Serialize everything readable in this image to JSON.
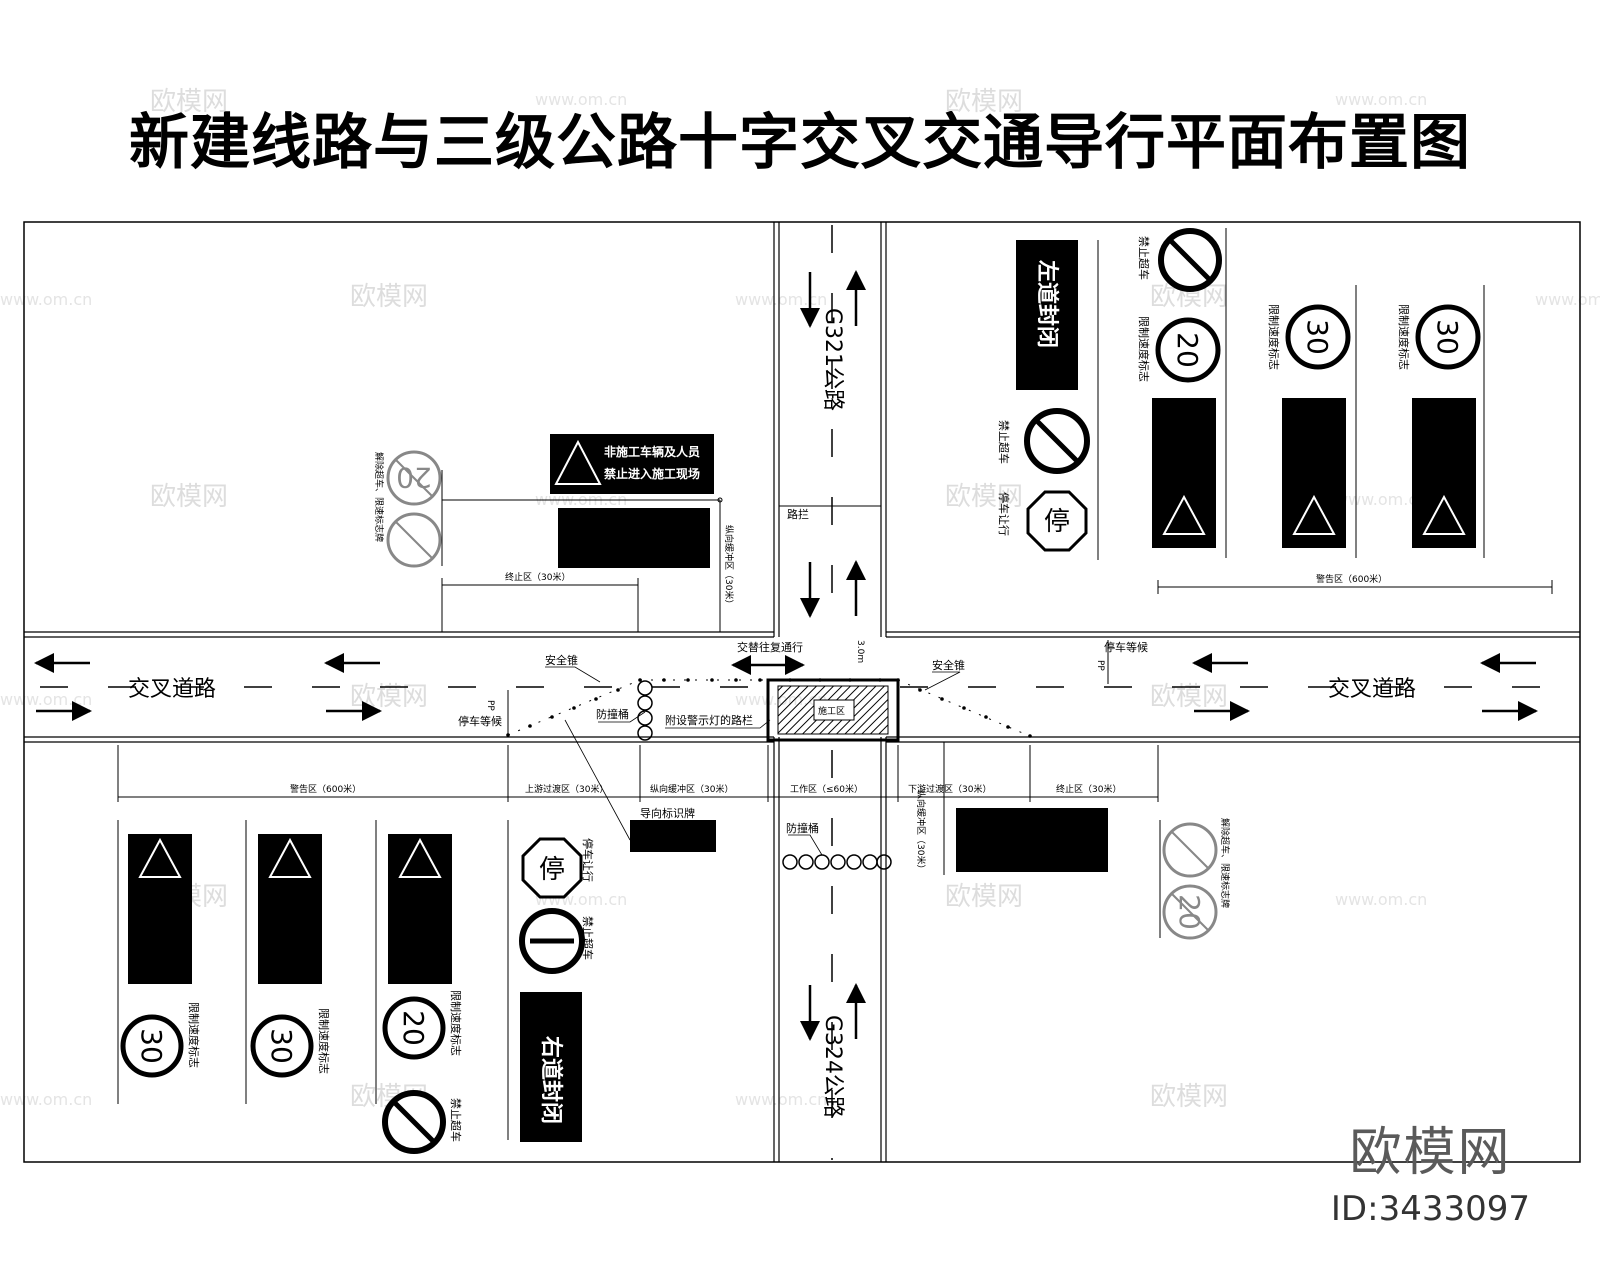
{
  "title": "新建线路与三级公路十字交叉交通导行平面布置图",
  "roads": {
    "north": "G321公路",
    "south": "G324公路",
    "west": "交叉道路",
    "east": "交叉道路"
  },
  "labels": {
    "road_block": "路拦",
    "work_zone": "施工区",
    "alternate_passage": "交替往复通行",
    "safety_cone": "安全锥",
    "safety_cone_2": "安全锥",
    "anticrash_barrel": "防撞桶",
    "anticrash_barrel_2": "防撞桶",
    "warning_barrier": "附设警示灯的路栏",
    "guide_sign": "导向标识牌",
    "stop_wait_w": "停车等候",
    "stop_wait_e": "停车等候",
    "stop_yield_ne": "停车让行",
    "stop_yield_sw": "停车让行",
    "no_overtake_ne": "禁止超车",
    "no_overtake_ne2": "禁止超车",
    "no_overtake_sw": "禁止超车",
    "no_overtake_sw2": "禁止超车",
    "speed_limit": "限制速度标志",
    "release_sign": "解除超车、限速标志牌",
    "road_closed_left": "左道封闭",
    "road_closed_right": "右道封闭",
    "construction_notice_1": "非施工车辆及人员",
    "construction_notice_2": "禁止进入施工现场",
    "stop_char": "停",
    "dist_30m": "3.0m"
  },
  "zones": {
    "warning": "警告区（600米）",
    "warning_ne": "警告区（600米）",
    "upstream": "上游过渡区（30米）",
    "buffer": "纵向缓冲区（30米）",
    "work": "工作区（≤60米）",
    "downstream": "下游过渡区（30米）",
    "end": "终止区（30米）",
    "end_nw": "终止区（30米）",
    "buffer_n": "纵向缓冲区（30米）",
    "buffer_s": "纵向缓冲区（30米）"
  },
  "speed_values": {
    "ne_a": "20",
    "ne_b": "30",
    "ne_c": "30",
    "sw_a": "30",
    "sw_b": "30",
    "sw_c": "20",
    "release_nw": "20",
    "release_se": "20"
  },
  "brand": {
    "name": "欧模网",
    "id": "ID:3433097"
  },
  "watermarks": {
    "site": "欧模网",
    "url": "www.om.cn"
  }
}
